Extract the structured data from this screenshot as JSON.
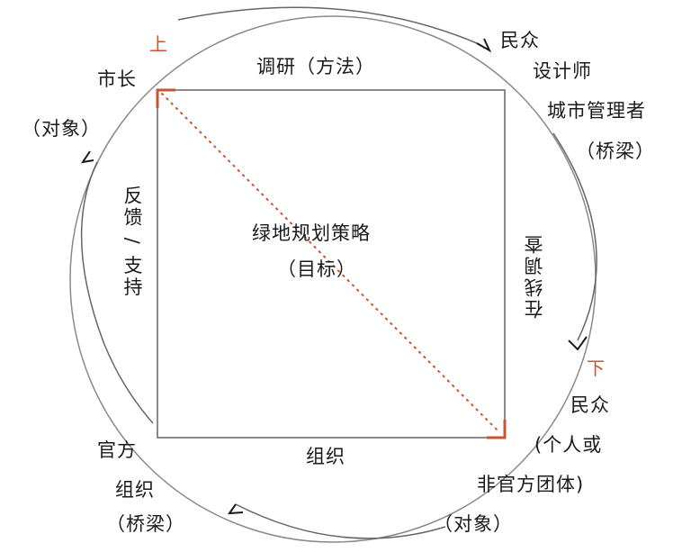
{
  "colors": {
    "line": "#777777",
    "accent": "#c8552f",
    "text": "#1a1a1a"
  },
  "markers": {
    "top": "上",
    "bottom": "下"
  },
  "top_left": {
    "role": "市长",
    "qualifier": "（对象）"
  },
  "top_right": {
    "line1": "民众",
    "line2": "设计师",
    "line3": "城市管理者",
    "qualifier": "（桥梁）"
  },
  "bottom_right": {
    "line1": "民众",
    "line2": "(个人或",
    "line3": "非官方团体)",
    "qualifier": "（对象）"
  },
  "bottom_left": {
    "line1": "官方",
    "line2": "组织",
    "qualifier": "（桥梁）"
  },
  "square": {
    "top": "调研（方法）",
    "bottom": "组织",
    "left": "反馈 / 支持",
    "right": "在线调查",
    "center_title": "绿地规划策略",
    "center_sub": "（目标）"
  }
}
